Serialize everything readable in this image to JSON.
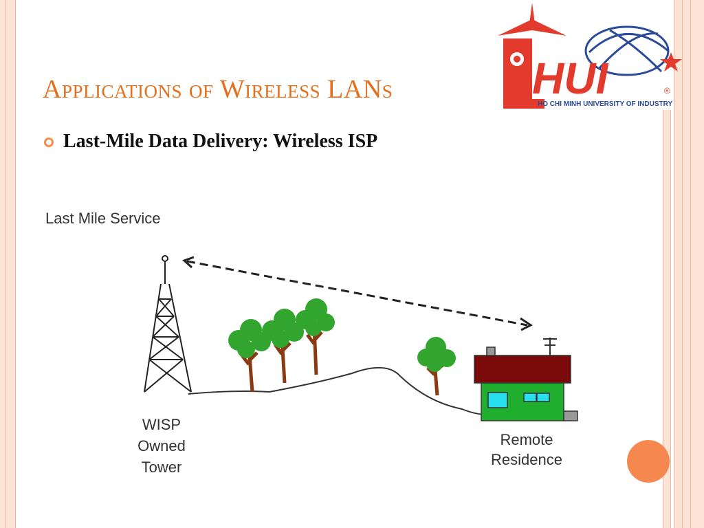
{
  "slide": {
    "title": "Applications of Wireless LANs",
    "bullet": "Last-Mile Data Delivery: Wireless ISP"
  },
  "logo": {
    "wordmark": "HUI",
    "registered": "®",
    "caption": "HO CHI MINH UNIVERSITY OF INDUSTRY"
  },
  "diagram": {
    "heading": "Last Mile Service",
    "tower_label": [
      "WISP",
      "Owned",
      "Tower"
    ],
    "residence_label": [
      "Remote",
      "Residence"
    ]
  },
  "colors": {
    "title": "#e4701e",
    "accent_orange": "#f5884f",
    "logo_red": "#e23b2e",
    "logo_blue": "#2c4a9a",
    "tree_green": "#31a52e",
    "trunk_brown": "#8a3a12",
    "roof": "#7a0a0a",
    "house_wall": "#1fae2d",
    "window": "#29e0f0"
  }
}
